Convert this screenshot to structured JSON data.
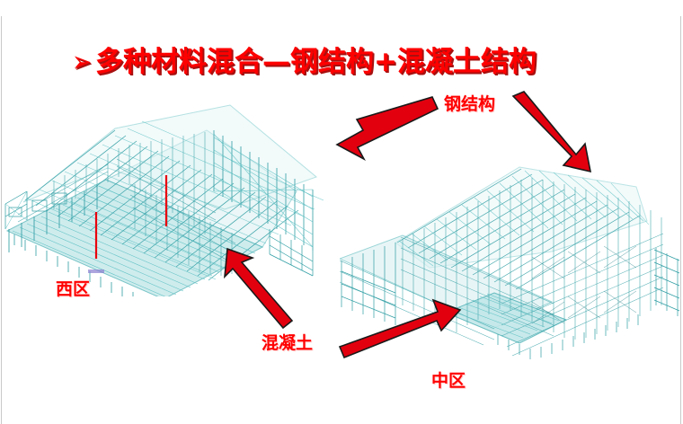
{
  "slide": {
    "title": {
      "bullet": "➢",
      "text": "多种材料混合—钢结构+混凝土结构",
      "color": "#FF0000",
      "shadow_color": "#A81010"
    },
    "background_color": "#FFFFFF",
    "frame_color": "#C9C9C9"
  },
  "labels": {
    "steel_structure": "钢结构",
    "west_zone": "西区",
    "concrete": "混凝土",
    "middle_zone": "中区",
    "color": "#FF0000"
  },
  "models": {
    "west": {
      "name": "西区",
      "kind": "3d-wireframe-structural-model",
      "wire_color": "#2F9EA4",
      "deck_color": "#BFE6E8",
      "marker_color": "#E8000D",
      "marker_count": 2
    },
    "middle": {
      "name": "中区",
      "kind": "3d-wireframe-structural-model",
      "wire_color": "#2F9EA4",
      "deck_color": "#BFE6E8"
    }
  },
  "arrows": {
    "color": "#E2000F",
    "outline_color": "#1A1A1A",
    "items": [
      {
        "id": "steel-to-west",
        "direction": "down-left",
        "points_to": "西区"
      },
      {
        "id": "steel-to-middle",
        "direction": "down-right",
        "points_to": "中区"
      },
      {
        "id": "concrete-to-west",
        "direction": "up-left",
        "points_to": "西区"
      },
      {
        "id": "concrete-to-middle",
        "direction": "up-right",
        "points_to": "中区"
      }
    ]
  }
}
